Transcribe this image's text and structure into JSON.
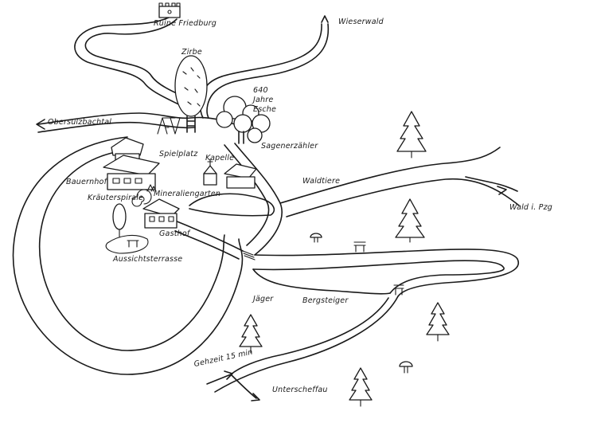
{
  "map": {
    "labels": {
      "ruine": "Ruine Friedburg",
      "wieserwald": "Wieserwald",
      "zirbe": "Zirbe",
      "esche": "640 Jahre Esche",
      "obersulzbachtal": "Obersulzbachtal",
      "spielplatz": "Spielplatz",
      "kapelle": "Kapelle",
      "sagenerzaehler": "Sagenerzähler",
      "bauernhof": "Bauernhof",
      "kraeuterspirale": "Kräuterspirale",
      "mineraliengarten": "Mineraliengarten",
      "waldtiere": "Waldtiere",
      "wald": "Wald i. Pzg",
      "gasthof": "Gasthof",
      "aussichtsterrasse": "Aussichtsterrasse",
      "jaeger": "Jäger",
      "bergsteiger": "Bergsteiger",
      "gehzeit": "Gehzeit 15 min",
      "unterscheffau": "Unterscheffau"
    }
  }
}
